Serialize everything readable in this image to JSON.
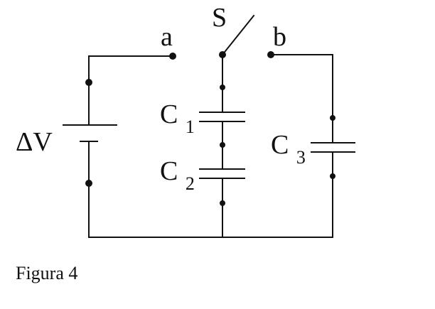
{
  "labels": {
    "switch": "S",
    "terminal_a": "a",
    "terminal_b": "b",
    "voltage": "ΔV",
    "c1_main": "C",
    "c1_sub": "1",
    "c2_main": "C",
    "c2_sub": "2",
    "c3_main": "C",
    "c3_sub": "3"
  },
  "caption": "Figura 4",
  "colors": {
    "ink": "#111111",
    "background": "#ffffff"
  }
}
